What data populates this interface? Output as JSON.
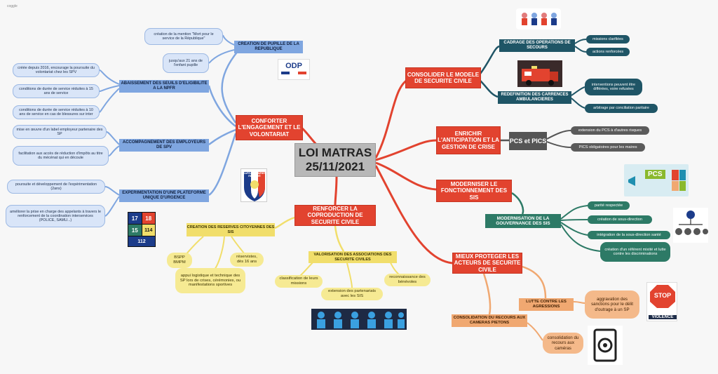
{
  "watermark": "coggle",
  "center": "LOI MATRAS 25/11/2021",
  "branches": {
    "conforter": {
      "label": "CONFORTER L'ENGAGEMENT ET LE VOLONTARIAT",
      "pupille": {
        "label": "CREATION DE PUPILLE DE LA REPUBLIQUE",
        "leaves": [
          "création de la mention \"Mort pour le service de la République\"",
          "jusqu'aux 21 ans de l'enfant pupille"
        ]
      },
      "seuils": {
        "label": "ABAISSEMENT DES SEUILS D'ELIGIBILITE A LA NPFR",
        "leaves": [
          "créée depuis 2016, encourage la poursuite du volontariat chez les SPV",
          "conditions de durée de service réduites à 15 ans de service",
          "conditions de durée de service réduites à 10 ans de service en cas de blessures sur inter"
        ]
      },
      "employeurs": {
        "label": "ACCOMPAGNEMENT DES EMPLOYEURS DE SPV",
        "leaves": [
          "mise en œuvre d'un label employeur partenaire des SP",
          "facilitation aux accès de réduction d'impôts au titre du mécénat qui en découle"
        ]
      },
      "plateforme": {
        "label": "EXPERIMENTATION D'UNE PLATEFORME UNIQUE D'URGENCE",
        "leaves": [
          "poursuite et développement de l'expérimentation (2ans)",
          "améliorer la prise en charge des appelants à travers le renforcement de la coordination interservices (POLICE, SAMU...)"
        ]
      }
    },
    "consolider": {
      "label": "CONSOLIDER LE MODELE DE SECURITE CIVILE",
      "cadrage": {
        "label": "CADRAGE DES OPERATIONS DE SECOURS",
        "leaves": [
          "missions clarifiées",
          "actions renforcées"
        ]
      },
      "redefinition": {
        "label": "REDEFINITION DES CARRENCES AMBULANCIERES",
        "leaves": [
          "interventions peuvent être différées, voire refusées",
          "arbitrage par conciliation paritaire"
        ]
      }
    },
    "enrichir": {
      "label": "ENRICHIR L'ANTICIPATION ET LA GESTION DE CRISE",
      "pcs": {
        "label": "PCS et PICS",
        "leaves": [
          "extension du PCS à d'autres risques",
          "PICS obligatoires pour les maires"
        ]
      }
    },
    "moderniser": {
      "label": "MODERNISER LE FONCTIONNEMENT DES SIS",
      "gouvernance": {
        "label": "MODERNISATION DE LA GOUVERNANCE DES SIS",
        "leaves": [
          "parité respectée",
          "création de sous-direction",
          "intégration de la sous-direction santé",
          "création d'un référent mixité et lutte contre les discriminations"
        ]
      }
    },
    "proteger": {
      "label": "MIEUX PROTEGER LES ACTEURS DE SECURITE CIVILE",
      "agressions": {
        "label": "LUTTE CONTRE LES AGRESSIONS",
        "leaves": [
          "aggravation des sanctions pour le délit d'outrage à un SP"
        ]
      },
      "cameras": {
        "label": "CONSOLIDATION DU RECOURS AUX CAMERAS PIETONS",
        "leaves": [
          "consolidation du recours aux caméras"
        ]
      }
    },
    "renforcer": {
      "label": "RENFORCER LA COPRODUCTION DE SECURITE CIVILE",
      "reserves": {
        "label": "CREATION DES RESERVES CITOYENNES DES SIS",
        "leaves": [
          "BSPP BMPM",
          "réservistes, dès 16 ans",
          "appui logistique et technique des SP lors de crises, cérémonies, ou manifestations sportives"
        ]
      },
      "associations": {
        "label": "VALORISATION DES ASSOCIATIONS DES SECURITE CIVILES",
        "leaves": [
          "classification de leurs missions",
          "extension des partenariats avec les SIS",
          "reconnaissance des bénévoles"
        ]
      }
    }
  },
  "images": {
    "odp_logo": "ODP",
    "badge_text": "SAPEUR POMPIER RETRAITÉ",
    "emergency_numbers": [
      "17",
      "18",
      "15",
      "114",
      "112"
    ],
    "pcs_banner": "PCS",
    "stop_sign": "STOP",
    "violence_label": "VIOLENCE"
  },
  "colors": {
    "red": "#e2432f",
    "blue": "#7fa6e0",
    "teal": "#1f5566",
    "green": "#2d7a66",
    "yellow": "#f1de6b",
    "orange": "#f0a871"
  }
}
